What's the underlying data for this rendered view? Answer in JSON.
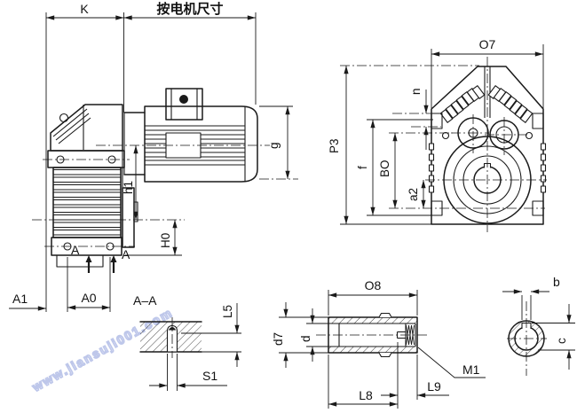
{
  "watermark": {
    "text": "www.jiansuji001.com",
    "color": "#a9b5e4"
  },
  "colors": {
    "line": "#1a1a1a",
    "text": "#111111",
    "background": "#ffffff"
  },
  "side_view": {
    "dims": {
      "k": "K",
      "motor_length": "按电机尺寸",
      "g": "g",
      "h1": "h1",
      "h0": "H0",
      "a1": "A1",
      "a0": "A0"
    },
    "section_marks": {
      "left": "A",
      "right": "A"
    }
  },
  "rear_view": {
    "dims": {
      "o7": "O7",
      "n": "n",
      "p3": "P3",
      "f": "f",
      "bo": "BO",
      "a2": "a2"
    }
  },
  "section_view": {
    "title": "A–A",
    "dims": {
      "l5": "L5",
      "s1": "S1"
    }
  },
  "shaft_view": {
    "dims": {
      "o8": "O8",
      "d7": "d7",
      "d": "d",
      "l8": "L8",
      "l9": "L9",
      "m1": "M1"
    }
  },
  "shaft_section": {
    "dims": {
      "b": "b",
      "c": "c"
    }
  }
}
